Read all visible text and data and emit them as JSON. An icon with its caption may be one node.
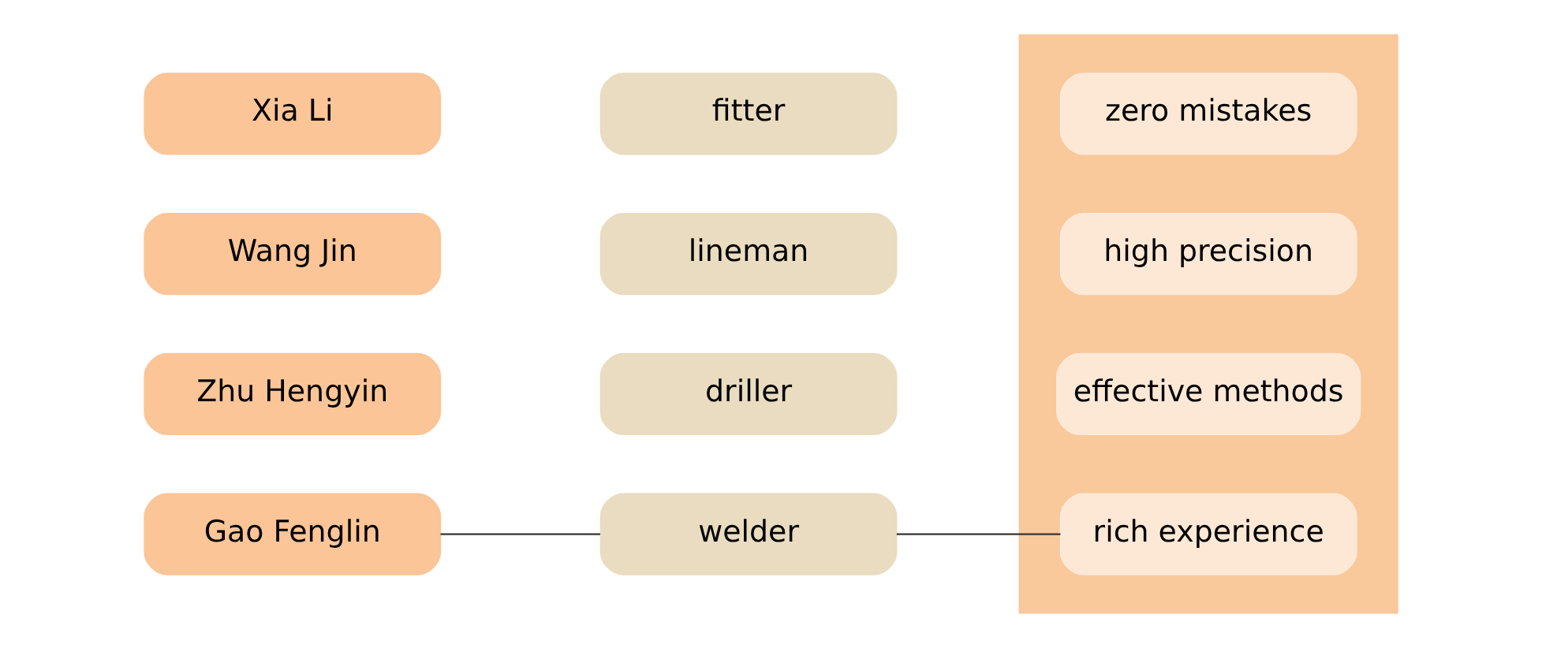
{
  "diagram": {
    "nodes": [
      {
        "text": [
          "Gao Fenglin"
        ]
      },
      {
        "text": [
          "Xia Li"
        ]
      },
      {
        "text": [
          "Wang Jin"
        ]
      },
      {
        "text": [
          "Zhu Hengyin"
        ]
      },
      {
        "text": [
          "fitter"
        ]
      },
      {
        "text": [
          "lineman"
        ]
      },
      {
        "text": [
          "welder"
        ]
      },
      {
        "text": [
          "driller"
        ]
      },
      {
        "text": [],
        "shape": "box"
      },
      {
        "text": [
          "rich experience"
        ],
        "in": 8
      },
      {
        "text": [
          "effective methods"
        ],
        "in": 8
      },
      {
        "text": [
          "high precision"
        ],
        "in": 8
      },
      {
        "text": [
          "zero mistakes"
        ],
        "in": 8
      }
    ],
    "edges": [
      {
        "from": 0,
        "to": 6,
        "arrow": "none"
      },
      {
        "from": 6,
        "to": 9,
        "arrow": "none"
      }
    ]
  }
}
